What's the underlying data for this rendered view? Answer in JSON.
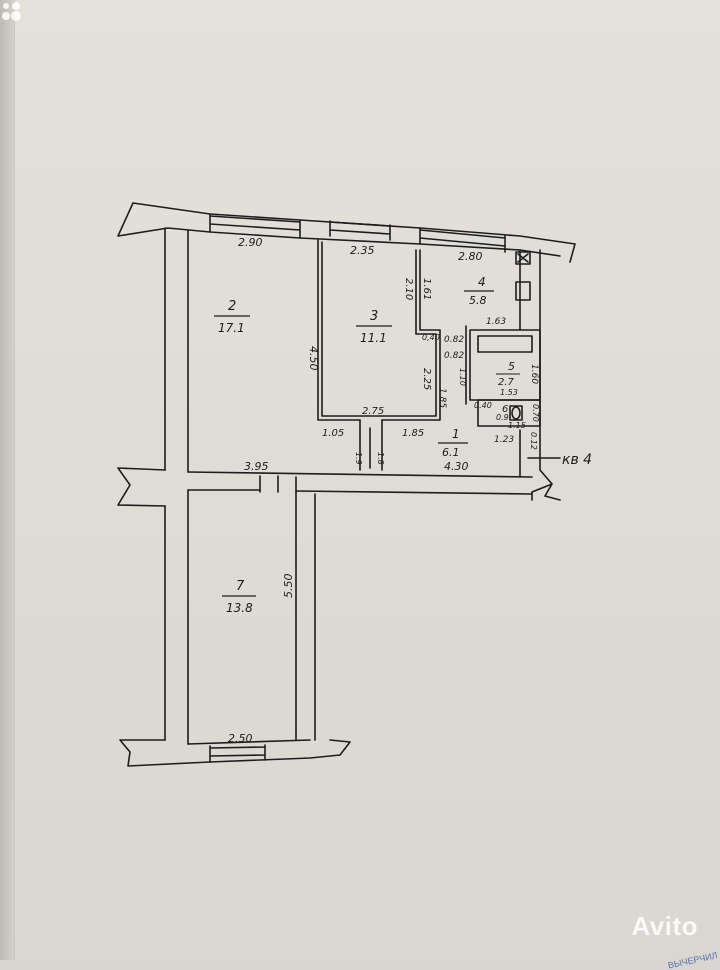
{
  "apartment_label": "кв 4",
  "rooms": [
    {
      "id": "1",
      "number": "1",
      "area": "6.1"
    },
    {
      "id": "2",
      "number": "2",
      "area": "17.1"
    },
    {
      "id": "3",
      "number": "3",
      "area": "11.1"
    },
    {
      "id": "4",
      "number": "4",
      "area": "5.8"
    },
    {
      "id": "5",
      "number": "5",
      "area": "2.7"
    },
    {
      "id": "6",
      "number": "6",
      "area": ""
    },
    {
      "id": "7",
      "number": "7",
      "area": "13.8"
    }
  ],
  "dimensions": {
    "d_2_90": "2.90",
    "d_2_35": "2.35",
    "d_2_80": "2.80",
    "d_4_50": "4.50",
    "d_2_10": "2.10",
    "d_1_61": "1.61",
    "d_1_63": "1.63",
    "d_0_40": "0,40",
    "d_0_82a": "0.82",
    "d_0_82b": "0.82",
    "d_1_60": "1.60",
    "d_1_53": "1.53",
    "d_2_25": "2.25",
    "d_1_85a": "1.85",
    "d_1_10": "1.10",
    "d_0_40b": "0.40",
    "d_0_9": "0.9",
    "d_0_70": "0.70",
    "d_1_15": "1.15",
    "d_2_75": "2.75",
    "d_1_05": "1.05",
    "d_1_85b": "1.85",
    "d_1_23": "1.23",
    "d_1_9": "1.9",
    "d_1_8": "1.8",
    "d_0_12": "0.12",
    "d_3_95": "3.95",
    "d_4_30": "4.30",
    "d_5_50": "5.50",
    "d_2_50": "2.50"
  },
  "watermark": {
    "brand": "Avito",
    "corner_text": "ВЫЧЕРЧИЛ"
  },
  "colors": {
    "line": "#1d1d1d",
    "paper": "#dedcd5",
    "watermark_corner": "#5a6fb0"
  }
}
